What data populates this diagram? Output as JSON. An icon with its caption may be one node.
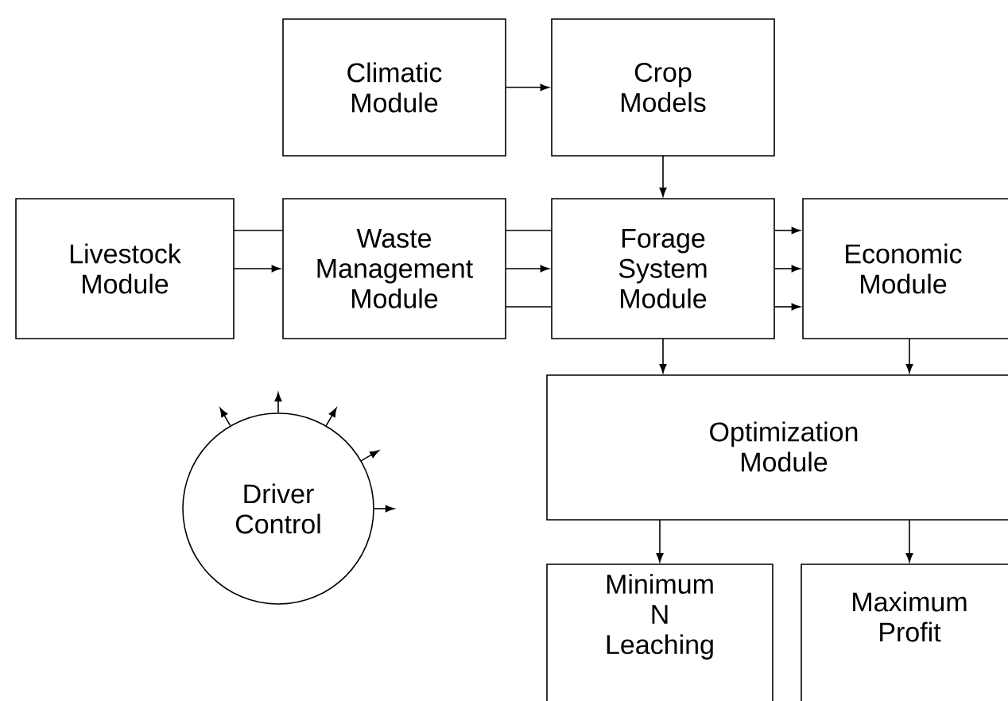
{
  "diagram": {
    "nodes": [
      {
        "text": [
          "Climatic Module"
        ]
      },
      {
        "text": [
          "Crop Models"
        ]
      },
      {
        "text": [
          "Livestock Module"
        ]
      },
      {
        "text": [
          "Waste Management Module"
        ]
      },
      {
        "text": [
          "Forage System Module"
        ]
      },
      {
        "text": [
          "Economic Module"
        ]
      },
      {
        "text": [
          "Optimization Module"
        ]
      },
      {
        "text": [
          "Minimum N Leaching"
        ]
      },
      {
        "text": [
          "Maximum Profit"
        ]
      },
      {
        "text": [
          "Driver Control"
        ]
      }
    ],
    "edges": [
      {
        "from": 0,
        "to": 1,
        "arrow": "to"
      },
      {
        "from": 1,
        "to": 4,
        "arrow": "to"
      },
      {
        "from": 2,
        "to": 3,
        "arrow": "none"
      },
      {
        "from": 2,
        "to": 3,
        "arrow": "to"
      },
      {
        "from": 3,
        "to": 4,
        "arrow": "none"
      },
      {
        "from": 3,
        "to": 4,
        "arrow": "to"
      },
      {
        "from": 3,
        "to": 4,
        "arrow": "none"
      },
      {
        "from": 4,
        "to": 5,
        "arrow": "to"
      },
      {
        "from": 4,
        "to": 5,
        "arrow": "to"
      },
      {
        "from": 4,
        "to": 5,
        "arrow": "to"
      },
      {
        "from": 4,
        "to": 6,
        "arrow": "to"
      },
      {
        "from": 5,
        "to": 6,
        "arrow": "to"
      },
      {
        "from": 6,
        "to": 7,
        "arrow": "to"
      },
      {
        "from": 6,
        "to": 8,
        "arrow": "to"
      },
      {
        "from": 9,
        "to": null,
        "arrow": "to"
      },
      {
        "from": 9,
        "to": null,
        "arrow": "to"
      },
      {
        "from": 9,
        "to": null,
        "arrow": "to"
      },
      {
        "from": 9,
        "to": null,
        "arrow": "to"
      },
      {
        "from": 9,
        "to": null,
        "arrow": "to"
      }
    ]
  }
}
